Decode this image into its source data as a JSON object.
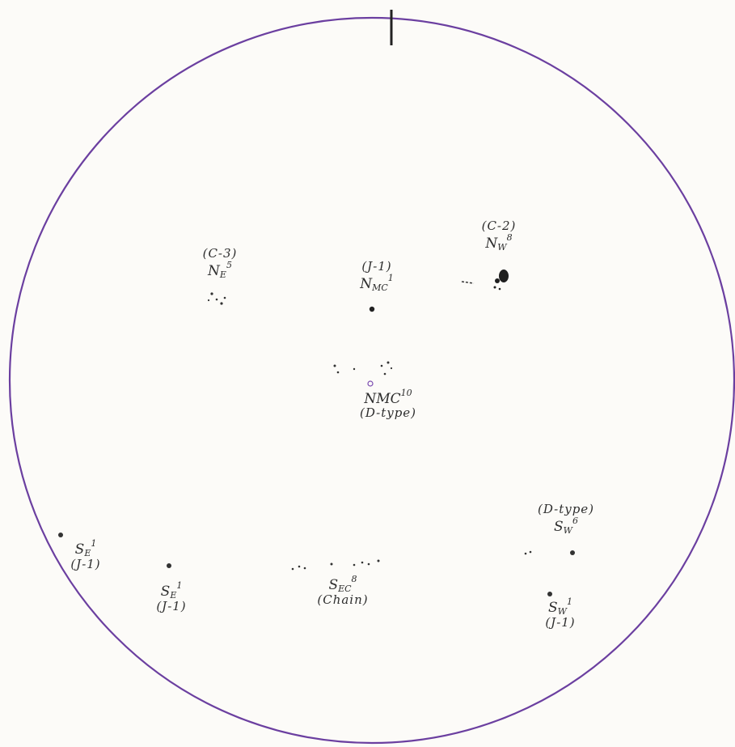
{
  "groups": {
    "ne5": {
      "type": "(C-3)",
      "zone": "N",
      "sub": "E",
      "count": "5"
    },
    "nmc1": {
      "type": "(J-1)",
      "zone": "N",
      "sub": "MC",
      "count": "1"
    },
    "nw8": {
      "type": "(C-2)",
      "zone": "N",
      "sub": "W",
      "count": "8"
    },
    "nmc10": {
      "zone": "NMC",
      "count": "10",
      "type": "(D-type)"
    },
    "se1_left": {
      "zone": "S",
      "sub": "E",
      "count": "1",
      "type": "(J-1)"
    },
    "se1_mid": {
      "zone": "S",
      "sub": "E",
      "count": "1",
      "type": "(J-1)"
    },
    "sec8": {
      "zone": "S",
      "sub": "EC",
      "count": "8",
      "type": "(Chain)"
    },
    "sw6": {
      "type": "(D-type)",
      "zone": "S",
      "sub": "W",
      "count": "6"
    },
    "sw1": {
      "zone": "S",
      "sub": "W",
      "count": "1",
      "type": "(J-1)"
    }
  },
  "colors": {
    "disk_outline": "#6b3fa0",
    "ink": "#2d2d2d",
    "paper": "#fcfbf8"
  }
}
